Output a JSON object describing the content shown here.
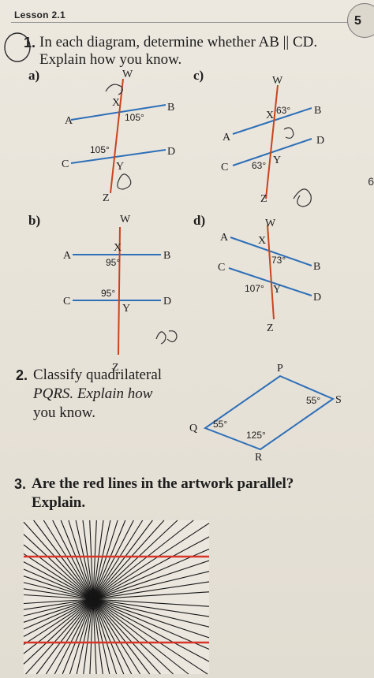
{
  "header": {
    "lesson_label": "Lesson 2.1",
    "page_badge": "5",
    "margin_number": "6"
  },
  "q1": {
    "number": "1.",
    "line1": "In each diagram, determine whether AB || CD.",
    "line2": "Explain how you know.",
    "parts": {
      "a": {
        "label": "a)",
        "angle_top": "105°",
        "angle_bottom": "105°"
      },
      "b": {
        "label": "b)",
        "angle_top": "95°",
        "angle_bottom": "95°"
      },
      "c": {
        "label": "c)",
        "angle_top": "63°",
        "angle_bottom": "63°"
      },
      "d": {
        "label": "d)",
        "angle_top": "73°",
        "angle_bottom": "107°"
      }
    },
    "points": {
      "W": "W",
      "X": "X",
      "Y": "Y",
      "Z": "Z",
      "A": "A",
      "B": "B",
      "C": "C",
      "D": "D"
    }
  },
  "q2": {
    "number": "2.",
    "lines": [
      "Classify quadrilateral",
      "PQRS. Explain how",
      "you know."
    ],
    "vertices": {
      "P": "P",
      "Q": "Q",
      "R": "R",
      "S": "S"
    },
    "angles": {
      "S": "55°",
      "Q": "55°",
      "R": "125°"
    }
  },
  "q3": {
    "number": "3.",
    "line1": "Are the red lines in the artwork parallel?",
    "line2": "Explain."
  },
  "colors": {
    "transversal": "#c8451d",
    "parallel_line": "#2e6fb8",
    "red_line": "#d9362a",
    "ink": "#1d1d1d"
  }
}
